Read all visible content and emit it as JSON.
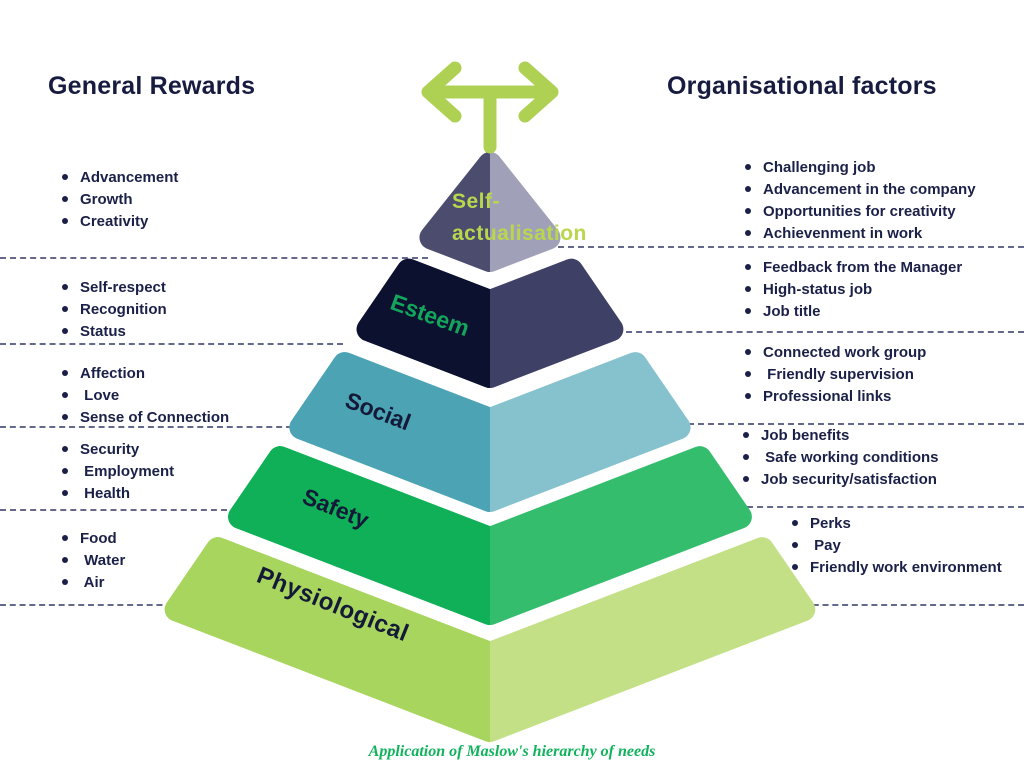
{
  "left_panel": {
    "title": "General Rewards",
    "groups": [
      {
        "items": [
          "Advancement",
          "Growth",
          "Creativity"
        ]
      },
      {
        "items": [
          "Self-respect",
          "Recognition",
          "Status"
        ]
      },
      {
        "items": [
          "Affection",
          " Love",
          "Sense of Connection"
        ]
      },
      {
        "items": [
          "Security",
          " Employment",
          " Health"
        ]
      },
      {
        "items": [
          "Food",
          " Water",
          " Air"
        ]
      }
    ]
  },
  "right_panel": {
    "title": "Organisational factors",
    "groups": [
      {
        "items": [
          "Challenging job",
          "Advancement in the company",
          "Opportunities for creativity",
          "Achievenment in work"
        ]
      },
      {
        "items": [
          "Feedback from the Manager",
          "High-status job",
          "Job title"
        ]
      },
      {
        "items": [
          "Connected work group",
          " Friendly supervision",
          "Professional links"
        ]
      },
      {
        "items": [
          "Job benefits",
          " Safe working conditions",
          "Job security/satisfaction"
        ]
      },
      {
        "items": [
          "Perks",
          " Pay",
          "Friendly work environment"
        ]
      }
    ]
  },
  "pyramid": {
    "arrow_color": "#aed154",
    "levels": [
      {
        "name": "Self-actualisation",
        "label_lines": [
          "Self-",
          "actualisation"
        ],
        "left_color": "#4b4c6e",
        "right_color": "#a0a1b8",
        "label_color": "#b9d74d"
      },
      {
        "name": "Esteem",
        "label_lines": [
          "Esteem"
        ],
        "left_color": "#0d1130",
        "right_color": "#3f4066",
        "label_color": "#12a55c"
      },
      {
        "name": "Social",
        "label_lines": [
          "Social"
        ],
        "left_color": "#4ba3b4",
        "right_color": "#86c2cd",
        "label_color": "#141938"
      },
      {
        "name": "Safety",
        "label_lines": [
          "Safety"
        ],
        "left_color": "#0fb058",
        "right_color": "#33bd6c",
        "label_color": "#141938"
      },
      {
        "name": "Physiological",
        "label_lines": [
          "Physiological"
        ],
        "left_color": "#a8d55e",
        "right_color": "#c3e086",
        "label_color": "#141938"
      }
    ]
  },
  "caption": "Application of Maslow's hierarchy of needs",
  "colors": {
    "text": "#161b3f",
    "dash": "#4a5078",
    "caption": "#10b35b",
    "background": "#ffffff"
  }
}
